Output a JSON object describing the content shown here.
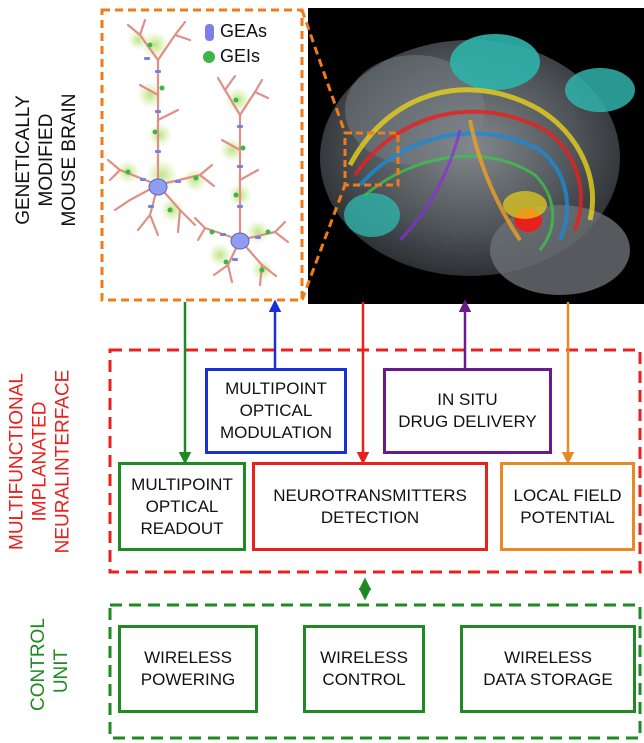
{
  "side_labels": {
    "brain": "GENETICALLY MODIFIED\nMOUSE BRAIN",
    "interface": "MULTIFUNCTIONAL\nIMPLANATED\nNEURALINTERFACE",
    "control": "CONTROL\nUNIT"
  },
  "legend": {
    "geas": "GEAs",
    "geis": "GEIs"
  },
  "boxes": {
    "optical_modulation": "MULTIPOINT\nOPTICAL\nMODULATION",
    "drug_delivery": "IN SITU\nDRUG DELIVERY",
    "optical_readout": "MULTIPOINT\nOPTICAL\nREADOUT",
    "neurotransmitters": "NEUROTRANSMITTERS\nDETECTION",
    "local_field": "LOCAL FIELD\nPOTENTIAL",
    "wireless_powering": "WIRELESS\nPOWERING",
    "wireless_control": "WIRELESS\nCONTROL",
    "wireless_storage": "WIRELESS\nDATA STORAGE"
  },
  "colors": {
    "brain_label": "#111111",
    "interface": "#e8211d",
    "control": "#1f8a22",
    "blue": "#1a2fd6",
    "purple": "#6a1a8a",
    "orange": "#e78a26",
    "zoom_box": "#f07b1b",
    "gea": "#7b7fe8",
    "gei": "#3cb54a"
  }
}
